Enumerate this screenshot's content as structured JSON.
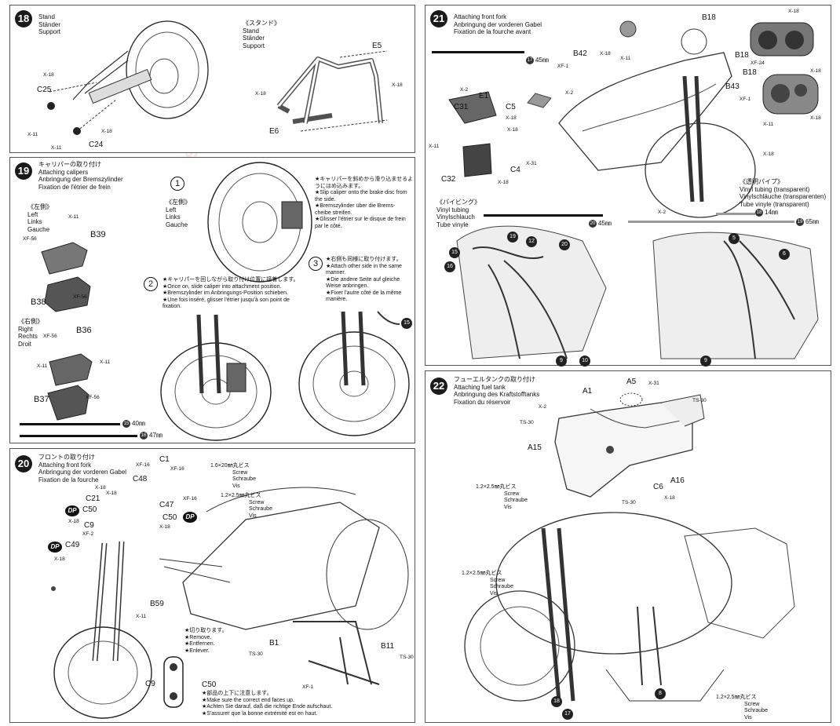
{
  "watermark": "www.modelsworld.com",
  "step18": {
    "num": "18",
    "title": [
      "Stand",
      "Ständer",
      "Support"
    ],
    "sub_title": [
      "《スタンド》",
      "Stand",
      "Ständer",
      "Support"
    ],
    "labels": {
      "c25": "C25",
      "c24": "C24",
      "e5": "E5",
      "e6": "E6",
      "x18": "X-18",
      "x11": "X-11"
    }
  },
  "step19": {
    "num": "19",
    "title": [
      "キャリパーの取り付け",
      "Attaching calipers",
      "Anbringung der Bremszylinder",
      "Fixation de l'étrier de frein"
    ],
    "left_side": [
      "《左側》",
      "Left",
      "Links",
      "Gauche"
    ],
    "right_side": [
      "《右側》",
      "Right",
      "Rechts",
      "Droit"
    ],
    "note1": [
      "★キャリパーを斜めから滑り込ませるよ",
      "うにはめ込みます。",
      "★Slip caliper onto the brake disc from",
      "the side.",
      "★Bremszylinder über die Brems-",
      "cheibe streifen.",
      "★Glisser l'étrier sur le disque de frein",
      "par le côté."
    ],
    "note2": [
      "★キャリパーを回しながら取り付け位置に接着します。",
      "★Once on, slide caliper into attachment position.",
      "★Bremszylinder im Anbringungs-Position schieben.",
      "★Une fois inséré, glisser l'étrier jusqu'à son point de",
      "fixation."
    ],
    "note3": [
      "★右側も同様に取り付けます。",
      "★Attach other side in the same",
      "manner.",
      "★Die andere Seite auf gleiche",
      "Weise anbringen.",
      "★Fixer l'autre côté de la même",
      "manière."
    ],
    "circles": [
      "1",
      "2",
      "3"
    ],
    "labels": {
      "b39": "B39",
      "b38": "B38",
      "b36": "B36",
      "b37": "B37",
      "xf56": "XF-56",
      "x11": "X-11"
    },
    "tube_a": "40㎜",
    "tube_a_badge": "15",
    "tube_b": "47㎜",
    "tube_b_badge": "16",
    "callout": "15"
  },
  "step20": {
    "num": "20",
    "title": [
      "フロントの取り付け",
      "Attaching front fork",
      "Anbringung der vorderen Gabel",
      "Fixation de la fourche"
    ],
    "screw1": [
      "1.6×20㎜丸ビス",
      "Screw",
      "Schraube",
      "Vis"
    ],
    "screw2": [
      "1.2×2.5㎜丸ビス",
      "Screw",
      "Schraube",
      "Vis"
    ],
    "remove": [
      "★切り取ります。",
      "★Remove.",
      "★Entfernen.",
      "★Enlever."
    ],
    "ends": [
      "★部品の上下に注意します。",
      "★Make sure the correct end faces up.",
      "★Achten Sie darauf, daß die richtige Ende aufschaut.",
      "★S'assurer que la bonne extrémité est en haut."
    ],
    "dp": "DP",
    "labels": {
      "c1": "C1",
      "c48": "C48",
      "c21": "C21",
      "c50": "C50",
      "c9": "C9",
      "c49": "C49",
      "c47": "C47",
      "b59": "B59",
      "b1": "B1",
      "b11": "B11",
      "xf16": "XF-16",
      "x18": "X-18",
      "xf2": "XF-2",
      "x11": "X-11",
      "ts30": "TS-30",
      "xf1": "XF-1"
    }
  },
  "step21": {
    "num": "21",
    "title": [
      "Attaching front fork",
      "Anbringung der vorderen Gabel",
      "Fixation de la fourche avant"
    ],
    "tubing": [
      "《バイビング》",
      "Vinyl tubing",
      "Vinylschlauch",
      "Tube vinyle"
    ],
    "trans": [
      "《透明パイプ》",
      "Vinyl tubing (transparent)",
      "Vinylschläuche (transparenten)",
      "Tube vinyle (transparent)"
    ],
    "tube_45_top": "45㎜",
    "tube_45_top_badge": "17",
    "tube_45": "45㎜",
    "tube_45_badge": "20",
    "tube_14": "14㎜",
    "tube_14_badge": "18",
    "tube_65": "65㎜",
    "tube_65_badge": "19",
    "labels": {
      "b18": "B18",
      "b42": "B42",
      "b43": "B43",
      "e1": "E1",
      "c5": "C5",
      "c31": "C31",
      "c32": "C32",
      "c4": "C4",
      "x18": "X-18",
      "x11": "X-11",
      "x2": "X-2",
      "xf1": "XF-1",
      "xf24": "XF-24",
      "x31": "X-31"
    },
    "callouts": [
      "5",
      "6",
      "9",
      "10",
      "12",
      "15",
      "16",
      "19",
      "20"
    ]
  },
  "step22": {
    "num": "22",
    "title": [
      "フューエルタンクの取り付け",
      "Attaching fuel tank",
      "Anbringung des Kraftstofftanks",
      "Fixation du réservoir"
    ],
    "screw": [
      "1.2×2.5㎜丸ビス",
      "Screw",
      "Schraube",
      "Vis"
    ],
    "labels": {
      "a1": "A1",
      "a5": "A5",
      "a15": "A15",
      "a16": "A16",
      "c6": "C6",
      "x2": "X-2",
      "x31": "X-31",
      "ts30": "TS-30",
      "x18": "X-18"
    },
    "callouts": [
      "17",
      "18",
      "8"
    ]
  }
}
